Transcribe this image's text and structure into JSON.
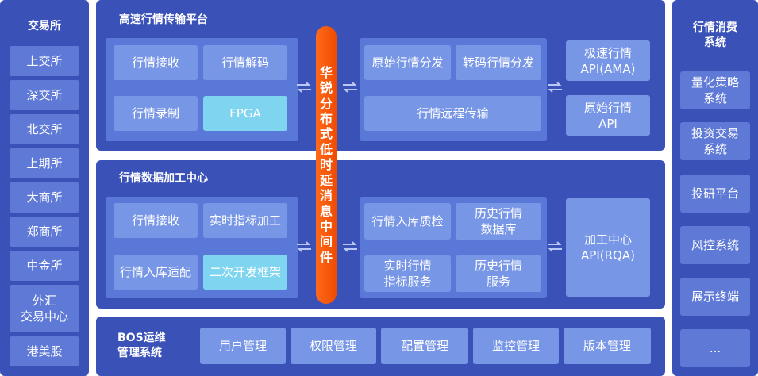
{
  "left_column": {
    "title": "交易所",
    "items": [
      "上交所",
      "深交所",
      "北交所",
      "上期所",
      "大商所",
      "郑商所",
      "中金所",
      "外汇\n交易中心",
      "港美股"
    ]
  },
  "right_column": {
    "title": "行情消费\n系统",
    "items": [
      "量化策略\n系统",
      "投资交易\n系统",
      "投研平台",
      "风控系统",
      "展示终端",
      "..."
    ]
  },
  "middleware": {
    "label": "华锐分布式低时延消息中间件"
  },
  "platform": {
    "title": "高速行情传输平台",
    "left": [
      "行情接收",
      "行情解码",
      "行情录制",
      "FPGA"
    ],
    "middle": [
      "原始行情分发",
      "转码行情分发",
      "行情远程传输"
    ],
    "right": [
      "极速行情\nAPI(AMA)",
      "原始行情\nAPI"
    ]
  },
  "processing": {
    "title": "行情数据加工中心",
    "left": [
      "行情接收",
      "实时指标加工",
      "行情入库适配",
      "二次开发框架"
    ],
    "middle": [
      "行情入库质检",
      "历史行情\n数据库",
      "实时行情\n指标服务",
      "历史行情\n服务"
    ],
    "right": [
      "加工中心\nAPI(RQA)"
    ]
  },
  "bos": {
    "title": "BOS运维\n管理系统",
    "items": [
      "用户管理",
      "权限管理",
      "配置管理",
      "监控管理",
      "版本管理"
    ]
  },
  "colors": {
    "panel": "#3a51b8",
    "inner": "#5a78d8",
    "box": "#7896e6",
    "highlight": "#7fd4ef",
    "middleware": "#f55a0a"
  }
}
